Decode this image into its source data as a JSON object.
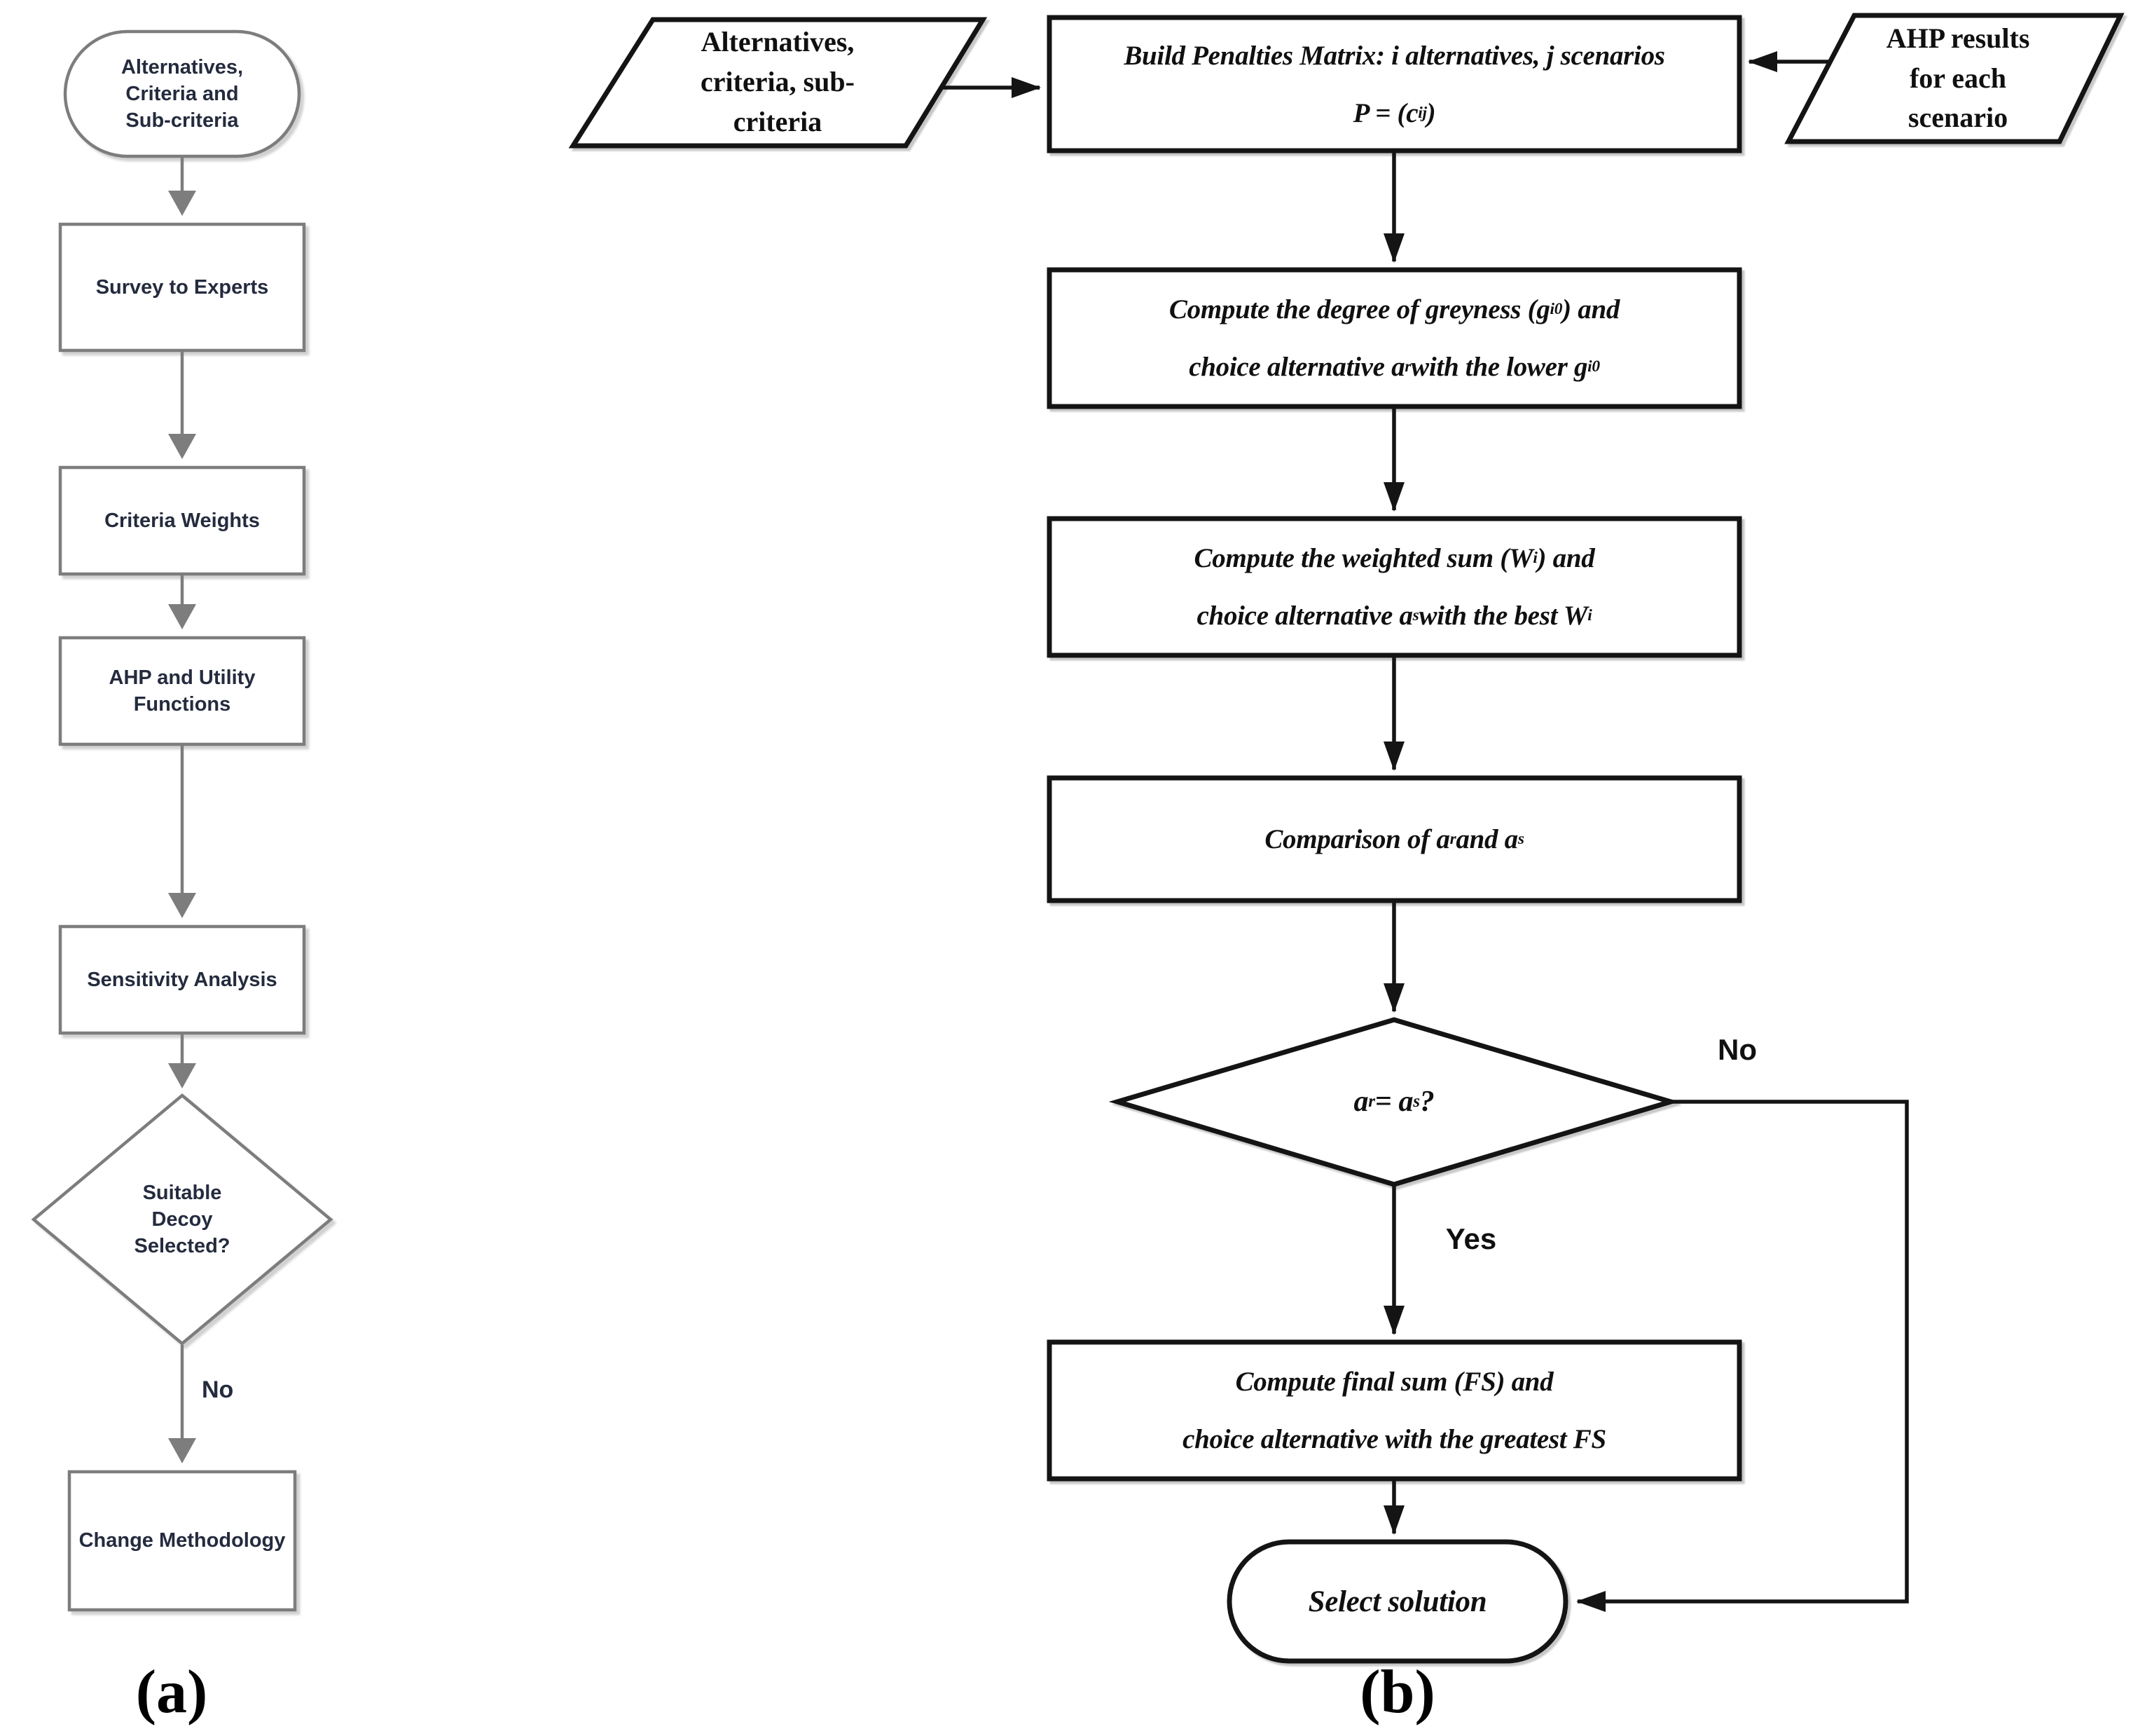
{
  "figure": {
    "caption_a": "(a)",
    "caption_b": "(b)"
  },
  "chart_a": {
    "colors": {
      "stroke": "#7d7d7d",
      "text": "#242b3e"
    },
    "nodes": {
      "start": "Alternatives,\nCriteria and\nSub-criteria",
      "survey": "Survey to Experts",
      "weights": "Criteria Weights",
      "ahp": "AHP and Utility\nFunctions",
      "sensitivity": "Sensitivity Analysis",
      "decision": "Suitable\nDecoy\nSelected?",
      "change": "Change Methodology"
    },
    "edges": {
      "no": "No"
    }
  },
  "chart_b": {
    "colors": {
      "stroke": "#141414",
      "text": "#101010"
    },
    "nodes": {
      "input_left": "Alternatives,\ncriteria, sub-\ncriteria",
      "input_right": "AHP results\nfor each\nscenario",
      "build": {
        "line1": "Build Penalties Matrix: i alternatives, j scenarios",
        "line2_pre": "P = (c",
        "line2_sub": "ij",
        "line2_post": ")"
      },
      "greyness": {
        "line1_pre": "Compute the degree of greyness (g",
        "line1_sub": "i",
        "line1_sup": "0",
        "line1_post": ") and",
        "line2_pre": "choice alternative a",
        "line2_sub1": "r",
        "line2_mid": " with the lower g",
        "line2_sub2": "i",
        "line2_sup2": "0"
      },
      "weighted": {
        "line1_pre": "Compute the weighted sum (W",
        "line1_sub": "i",
        "line1_post": ") and",
        "line2_pre": "choice alternative a",
        "line2_sub1": "s",
        "line2_mid": " with the best W",
        "line2_sub2": "i"
      },
      "comparison": {
        "pre": "Comparison of a",
        "sub1": "r",
        "mid": " and a",
        "sub2": "s"
      },
      "decision": {
        "pre": "a",
        "sub1": "r",
        "mid": " = a",
        "sub2": "s",
        "post": "?"
      },
      "final": {
        "line1": "Compute final sum (FS) and",
        "line2": "choice alternative with the greatest FS"
      },
      "select": "Select solution"
    },
    "edges": {
      "no": "No",
      "yes": "Yes"
    }
  }
}
